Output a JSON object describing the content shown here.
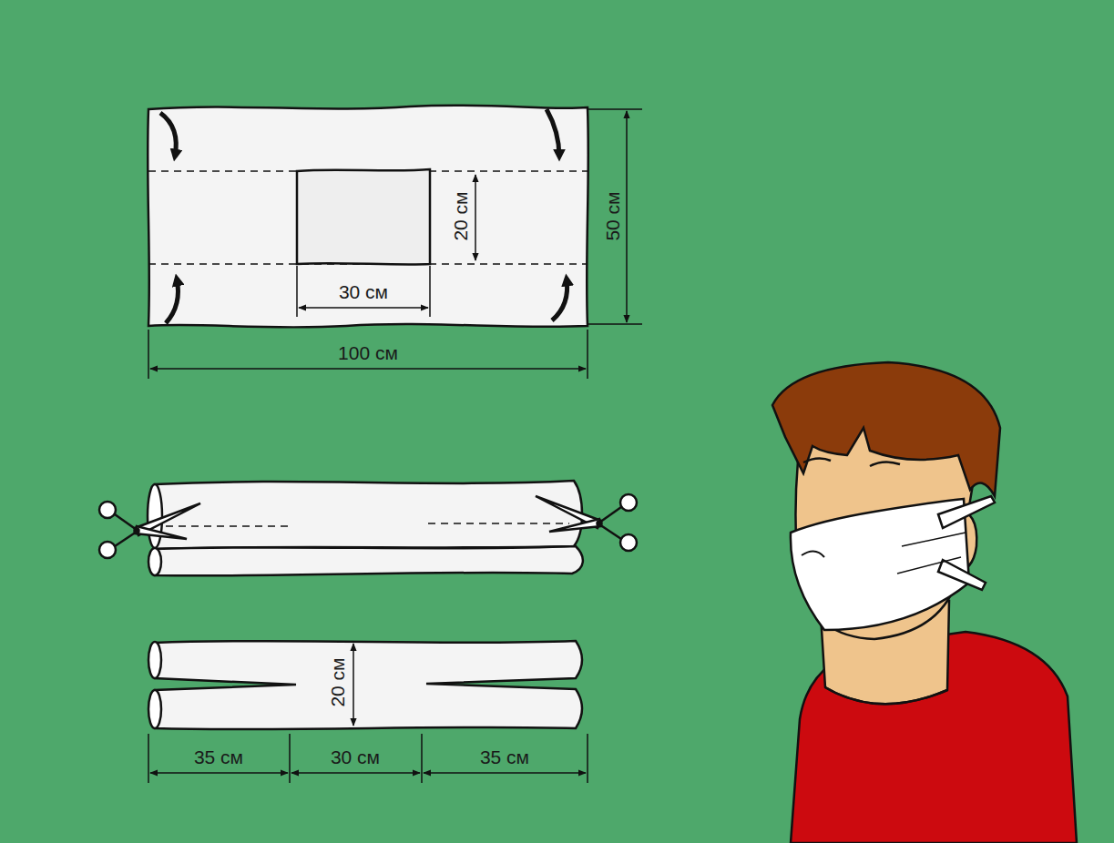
{
  "diagram": {
    "labels": [
      "20 см",
      "50 см",
      "30 см",
      "100 см",
      "20 см",
      "35 см",
      "30 см",
      "35 см"
    ]
  }
}
